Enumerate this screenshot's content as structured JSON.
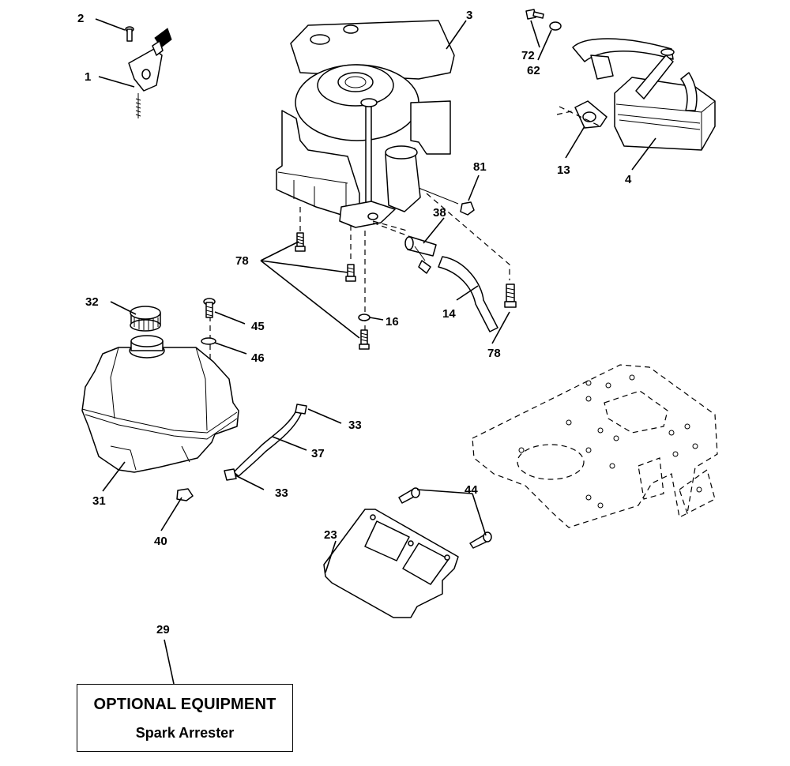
{
  "callouts": [
    {
      "id": "c1",
      "text": "1"
    },
    {
      "id": "c2",
      "text": "2"
    },
    {
      "id": "c3",
      "text": "3"
    },
    {
      "id": "c4",
      "text": "4"
    },
    {
      "id": "c13",
      "text": "13"
    },
    {
      "id": "c14",
      "text": "14"
    },
    {
      "id": "c16",
      "text": "16"
    },
    {
      "id": "c23",
      "text": "23"
    },
    {
      "id": "c29",
      "text": "29"
    },
    {
      "id": "c31",
      "text": "31"
    },
    {
      "id": "c32",
      "text": "32"
    },
    {
      "id": "c33a",
      "text": "33"
    },
    {
      "id": "c33b",
      "text": "33"
    },
    {
      "id": "c37",
      "text": "37"
    },
    {
      "id": "c38",
      "text": "38"
    },
    {
      "id": "c40",
      "text": "40"
    },
    {
      "id": "c44",
      "text": "44"
    },
    {
      "id": "c45",
      "text": "45"
    },
    {
      "id": "c46",
      "text": "46"
    },
    {
      "id": "c62",
      "text": "62"
    },
    {
      "id": "c72",
      "text": "72"
    },
    {
      "id": "c78a",
      "text": "78"
    },
    {
      "id": "c78b",
      "text": "78"
    },
    {
      "id": "c81",
      "text": "81"
    }
  ],
  "optional_box": {
    "title": "OPTIONAL EQUIPMENT",
    "subtitle": "Spark Arrester"
  }
}
